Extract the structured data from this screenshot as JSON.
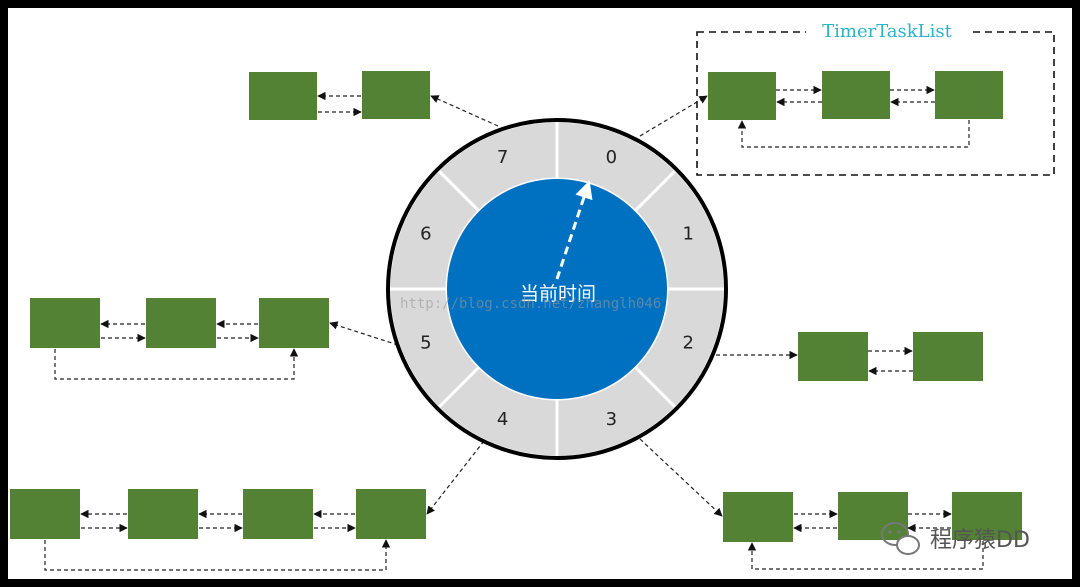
{
  "segments": [
    "0",
    "1",
    "2",
    "3",
    "4",
    "5",
    "6",
    "7"
  ],
  "center_label": "当前时间",
  "group_title": "TimerTaskList",
  "watermark": "http://blog.csdn.net/zhanglh046",
  "brand": "程序猿DD",
  "colors": {
    "task_box": "#548235",
    "hub": "#0070c0",
    "segment": "#d9d9d9",
    "title": "#2ab3c9"
  }
}
